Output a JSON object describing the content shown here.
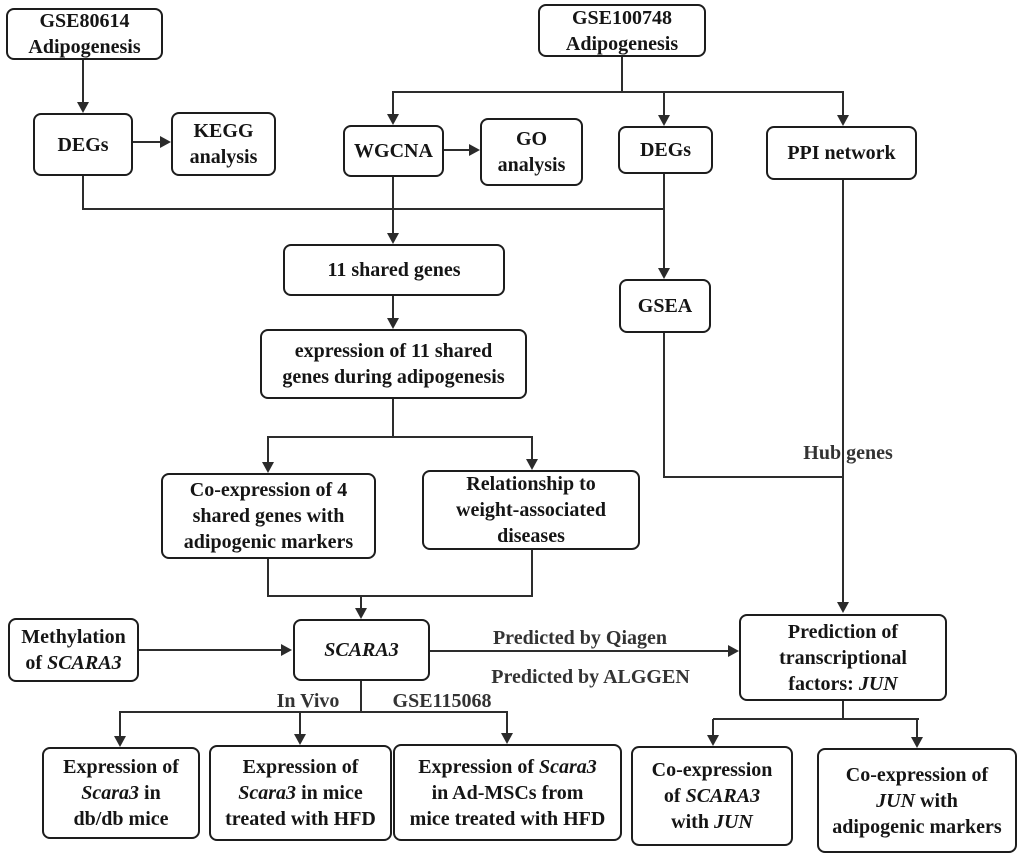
{
  "figure": {
    "type": "flowchart",
    "topic": "Adipogenesis gene expression analysis workflow"
  },
  "colors": {
    "background": "#ffffff",
    "line": "#2d2d2d",
    "box_border": "#1d1d1d",
    "text": "#151515",
    "edge_label_text": "#333333"
  },
  "boxes": {
    "gse80614": {
      "lines": [
        "GSE80614",
        "Adipogenesis"
      ]
    },
    "gse100748": {
      "lines": [
        "GSE100748",
        "Adipogenesis"
      ]
    },
    "degs_left": {
      "lines": [
        "DEGs"
      ]
    },
    "kegg": {
      "lines": [
        "KEGG",
        "analysis"
      ]
    },
    "wgcna": {
      "lines": [
        "WGCNA"
      ]
    },
    "go": {
      "lines": [
        "GO",
        "analysis"
      ]
    },
    "degs_right": {
      "lines": [
        "DEGs"
      ]
    },
    "ppi": {
      "lines": [
        "PPI network"
      ]
    },
    "shared11": {
      "lines": [
        "11 shared genes"
      ]
    },
    "expr11": {
      "lines": [
        "expression of 11 shared",
        "genes during adipogenesis"
      ]
    },
    "gsea": {
      "lines": [
        "GSEA"
      ]
    },
    "coexpr4": {
      "lines": [
        "Co-expression of 4",
        "shared genes with",
        "adipogenic markers"
      ]
    },
    "relationship": {
      "lines": [
        "Relationship to",
        "weight-associated",
        "diseases"
      ]
    },
    "methylation": {
      "lines": [
        "Methylation",
        {
          "segs": [
            {
              "t": "of ",
              "i": false
            },
            {
              "t": "SCARA3",
              "i": true
            }
          ]
        }
      ]
    },
    "scara3": {
      "lines": [
        {
          "segs": [
            {
              "t": "SCARA3",
              "i": true
            }
          ]
        }
      ]
    },
    "prediction": {
      "lines": [
        "Prediction of",
        "transcriptional",
        {
          "segs": [
            {
              "t": "factors: ",
              "i": false
            },
            {
              "t": "JUN",
              "i": true
            }
          ]
        }
      ]
    },
    "expr_dbdb": {
      "lines": [
        "Expression of",
        {
          "segs": [
            {
              "t": "Scara3",
              "i": true
            },
            {
              "t": " in",
              "i": false
            }
          ]
        },
        "db/db mice"
      ]
    },
    "expr_hfd": {
      "lines": [
        "Expression of",
        {
          "segs": [
            {
              "t": "Scara3",
              "i": true
            },
            {
              "t": " in mice",
              "i": false
            }
          ]
        },
        "treated with HFD"
      ]
    },
    "expr_admsc": {
      "lines": [
        {
          "segs": [
            {
              "t": "Expression of ",
              "i": false
            },
            {
              "t": "Scara3",
              "i": true
            }
          ]
        },
        "in Ad-MSCs from",
        "mice treated with HFD"
      ]
    },
    "coexpr_scara3_jun": {
      "lines": [
        "Co-expression",
        {
          "segs": [
            {
              "t": "of ",
              "i": false
            },
            {
              "t": "SCARA3",
              "i": true
            }
          ]
        },
        {
          "segs": [
            {
              "t": "with ",
              "i": false
            },
            {
              "t": "JUN",
              "i": true
            }
          ]
        }
      ]
    },
    "coexpr_jun_markers": {
      "lines": [
        "Co-expression of",
        {
          "segs": [
            {
              "t": "JUN",
              "i": true
            },
            {
              "t": " with",
              "i": false
            }
          ]
        },
        "adipogenic markers"
      ]
    }
  },
  "edge_labels": {
    "hub_genes": "Hub genes",
    "predicted_qiagen": "Predicted by Qiagen",
    "predicted_alggen": "Predicted by ALGGEN",
    "in_vivo": "In Vivo",
    "gse115068": "GSE115068"
  }
}
